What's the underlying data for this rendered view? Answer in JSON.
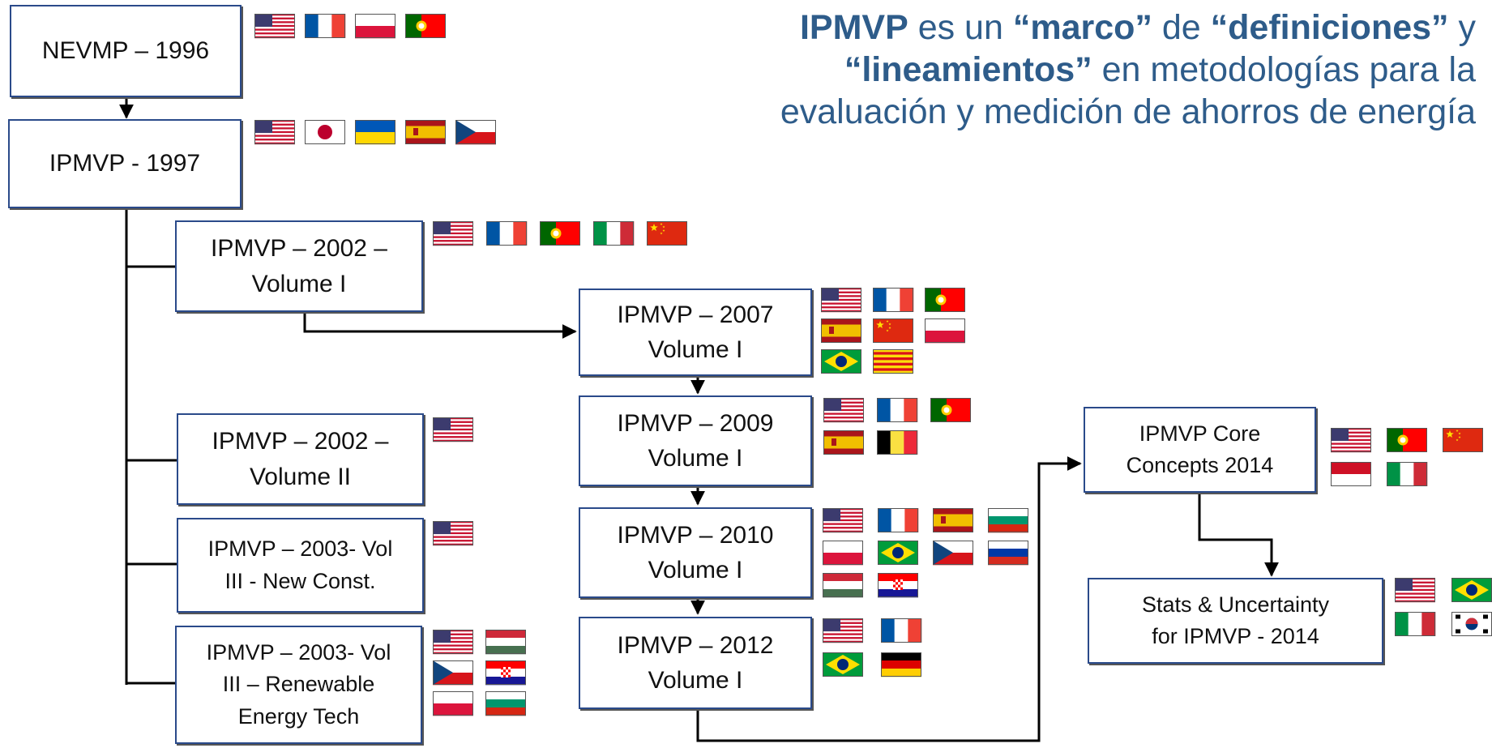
{
  "headline": {
    "parts": [
      {
        "text": "IPMVP",
        "bold": true
      },
      {
        "text": " es un ",
        "bold": false
      },
      {
        "text": "“marco”",
        "bold": true
      },
      {
        "text": " de ",
        "bold": false
      },
      {
        "text": "“definiciones”",
        "bold": true
      },
      {
        "text": " y ",
        "bold": false
      },
      {
        "text": "“lineamientos”",
        "bold": true
      },
      {
        "text": " en metodologías para la evaluación y medición de ahorros de energía",
        "bold": false
      }
    ]
  },
  "nodes": [
    {
      "id": "nevmp-1996",
      "label": "NEVMP – 1996",
      "flags": [
        "usa",
        "france",
        "poland",
        "portugal"
      ]
    },
    {
      "id": "ipmvp-1997",
      "label": "IPMVP - 1997",
      "flags": [
        "usa",
        "japan",
        "ukraine",
        "spain",
        "czech"
      ]
    },
    {
      "id": "ipmvp-2002-vol1",
      "label": "IPMVP – 2002 –\nVolume I",
      "flags": [
        "usa",
        "france",
        "portugal",
        "italy",
        "china"
      ]
    },
    {
      "id": "ipmvp-2002-vol2",
      "label": "IPMVP – 2002 –\nVolume II",
      "flags": [
        "usa"
      ]
    },
    {
      "id": "ipmvp-2003-newconst",
      "label": "IPMVP – 2003- Vol\nIII - New Const.",
      "flags": [
        "usa"
      ]
    },
    {
      "id": "ipmvp-2003-renewable",
      "label": "IPMVP – 2003- Vol\nIII – Renewable\nEnergy Tech",
      "flags": [
        "usa",
        "hungary",
        "czech",
        "croatia",
        "poland",
        "bulgaria"
      ]
    },
    {
      "id": "ipmvp-2007",
      "label": "IPMVP – 2007\nVolume I",
      "flags": [
        "usa",
        "france",
        "portugal",
        "spain",
        "china",
        "poland",
        "brazil",
        "catalonia"
      ]
    },
    {
      "id": "ipmvp-2009",
      "label": "IPMVP – 2009\nVolume I",
      "flags": [
        "usa",
        "france",
        "portugal",
        "spain",
        "belgium"
      ]
    },
    {
      "id": "ipmvp-2010",
      "label": "IPMVP – 2010\nVolume I",
      "flags": [
        "usa",
        "france",
        "spain",
        "bulgaria",
        "poland",
        "brazil",
        "czech",
        "russia",
        "hungary",
        "croatia"
      ]
    },
    {
      "id": "ipmvp-2012",
      "label": "IPMVP – 2012\nVolume I",
      "flags": [
        "usa",
        "france",
        "brazil",
        "germany"
      ]
    },
    {
      "id": "core-concepts-2014",
      "label": "IPMVP Core\nConcepts 2014",
      "flags": [
        "usa",
        "portugal",
        "china",
        "indonesia",
        "italy"
      ]
    },
    {
      "id": "stats-uncertainty-2014",
      "label": "Stats & Uncertainty\nfor IPMVP - 2014",
      "flags": [
        "usa",
        "brazil",
        "italy",
        "korea"
      ]
    }
  ]
}
